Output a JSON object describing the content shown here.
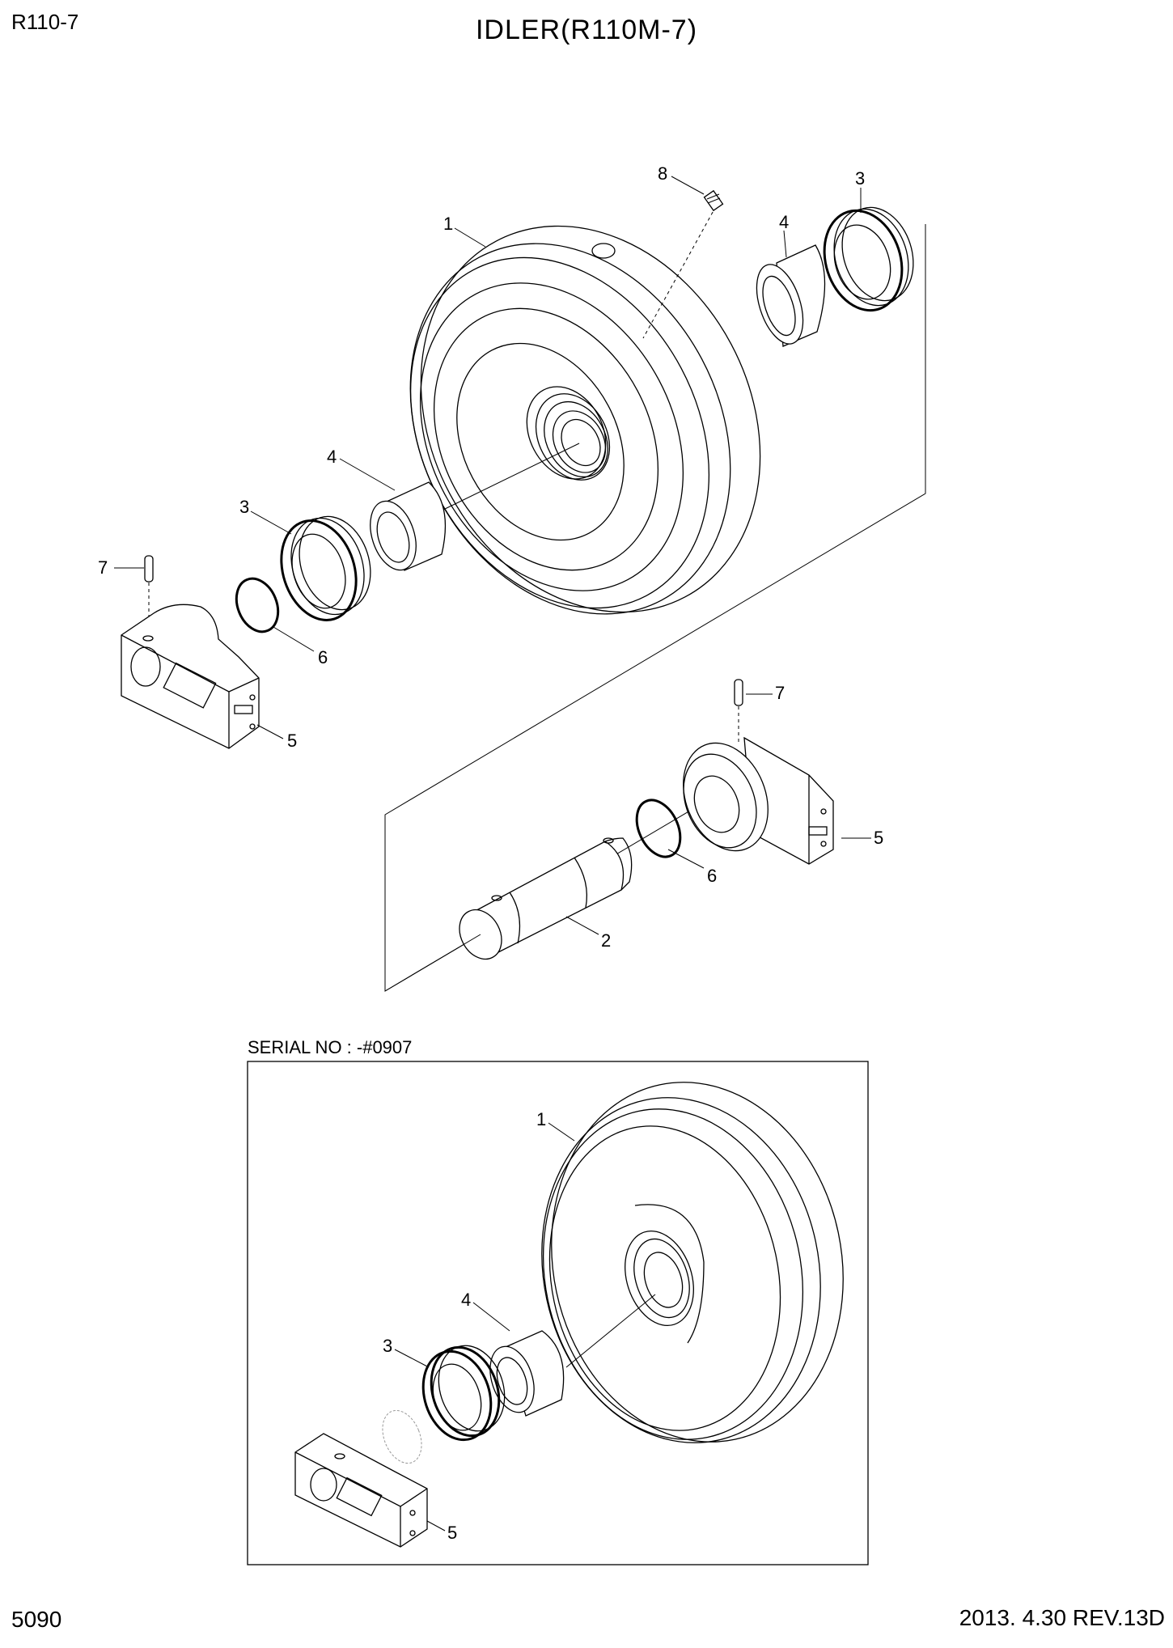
{
  "header": {
    "model": "R110-7",
    "title": "IDLER(R110M-7)"
  },
  "footer": {
    "page_number": "5090",
    "revision": "2013. 4.30  REV.13D"
  },
  "inset": {
    "caption": "SERIAL NO : -#0907"
  },
  "callouts": {
    "upper": [
      "1",
      "2",
      "3",
      "3",
      "4",
      "4",
      "5",
      "5",
      "6",
      "6",
      "7",
      "7",
      "8"
    ],
    "inset": [
      "1",
      "3",
      "4",
      "5"
    ]
  }
}
